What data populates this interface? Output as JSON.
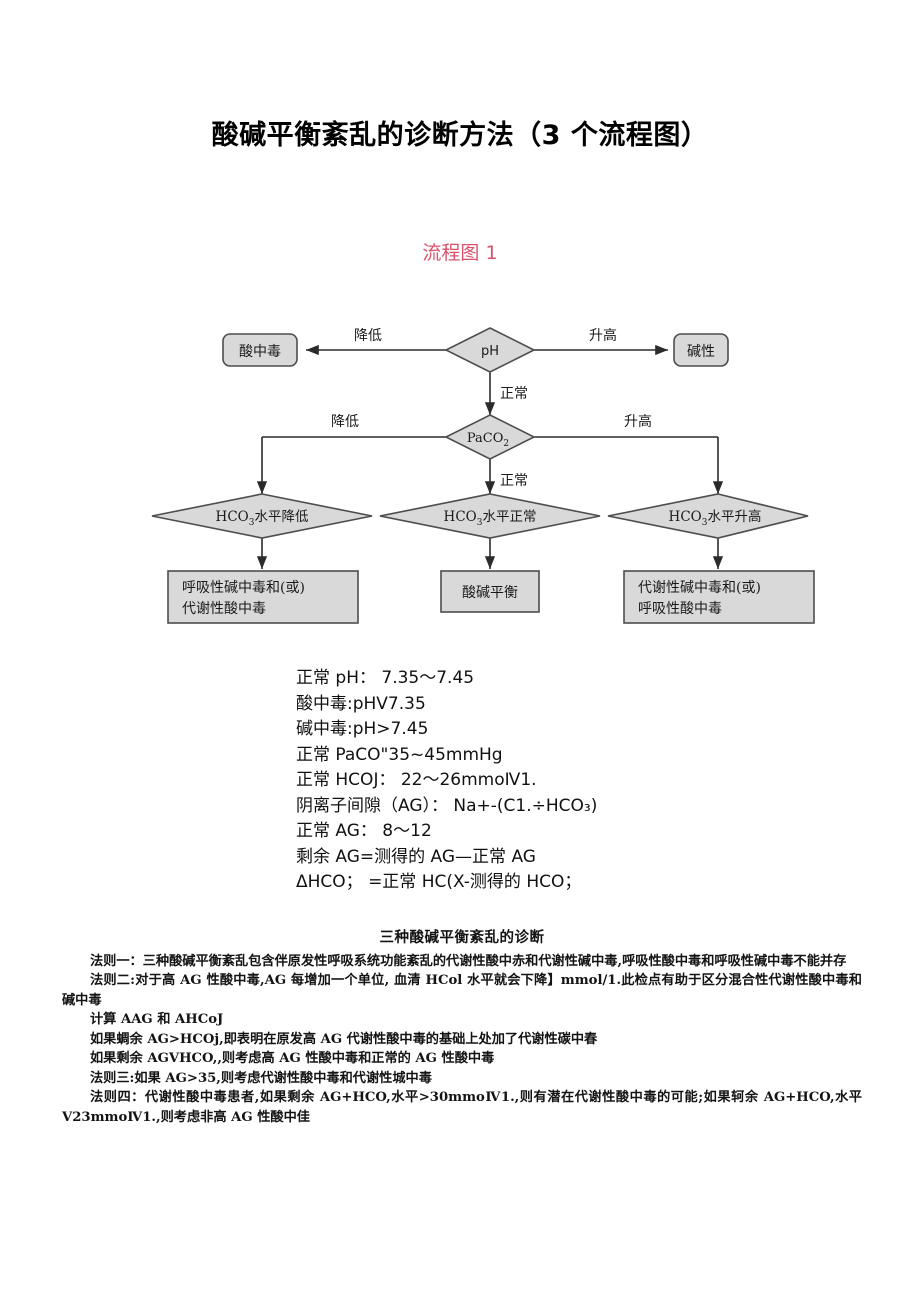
{
  "document": {
    "title": "酸碱平衡紊乱的诊断方法（3 个流程图）",
    "section_label": "流程图 1",
    "accent_color": "#d9536b",
    "node_fill": "#d9d9d9",
    "node_stroke": "#4d4d4d"
  },
  "flowchart": {
    "type": "decision-tree",
    "nodes": {
      "ph": "pH",
      "acidosis": "酸中毒",
      "alkaline": "碱性",
      "paco2": "PaCO",
      "paco2_sub": "2",
      "hco3_low_pre": "HCO",
      "hco3_low_sub": "3",
      "hco3_low_post": "水平降低",
      "hco3_normal_post": "水平正常",
      "hco3_high_post": "水平升高",
      "result_left_line1": "呼吸性碱中毒和(或)",
      "result_left_line2": "代谢性酸中毒",
      "result_middle": "酸碱平衡",
      "result_right_line1": "代谢性碱中毒和(或)",
      "result_right_line2": "呼吸性酸中毒"
    },
    "edge_labels": {
      "ph_low": "降低",
      "ph_high": "升高",
      "ph_normal": "正常",
      "paco2_low": "降低",
      "paco2_high": "升高",
      "paco2_normal": "正常"
    }
  },
  "reference_values": [
    "正常 pH： 7.35～7.45",
    "酸中毒:pHV7.35",
    "碱中毒:pH>7.45",
    "正常 PaCO\"35~45mmHg",
    "正常 HCOJ： 22～26mmoⅣ1.",
    "阴离子间隙（AG）： Na+-(C1.÷HCO₃)",
    "正常 AG： 8～12",
    "剩余 AG=测得的 AG—正常 AG",
    "ΔHCO； =正常 HC(X-测得的 HCO；"
  ],
  "rules": {
    "heading": "三种酸碱平衡紊乱的诊断",
    "items": [
      "法则一：三种酸碱平衡紊乱包含伴原发性呼吸系统功能紊乱的代谢性酸中赤和代谢性碱中毒,呼吸性酸中毒和呼吸性碱中毒不能并存",
      "法则二:对于高 AG 性酸中毒,AG 每增加一个单位, 血清 HCol 水平就会下降】mmol/1.此检点有助于区分混合性代谢性酸中毒和碱中毒",
      "计算 AAG 和 AHCoJ",
      "如果蜩余 AG>HCOj,即表明在原发高 AG 代谢性酸中毒的基础上处加了代谢性碳中春",
      "如果剩余 AGVHCO,,则考虑高 AG 性酸中毒和正常的 AG 性酸中毒",
      "法则三:如果 AG>35,则考虑代谢性酸中毒和代谢性城中毒",
      "法则四：代谢性酸中毒患者,如果剩余 AG+HCO,水平>30mmoⅣ1.,则有潜在代谢性酸中毒的可能;如果轲余 AG+HCO,水平 V23mmoⅣ1.,则考虑非高 AG 性酸中佳"
    ]
  }
}
